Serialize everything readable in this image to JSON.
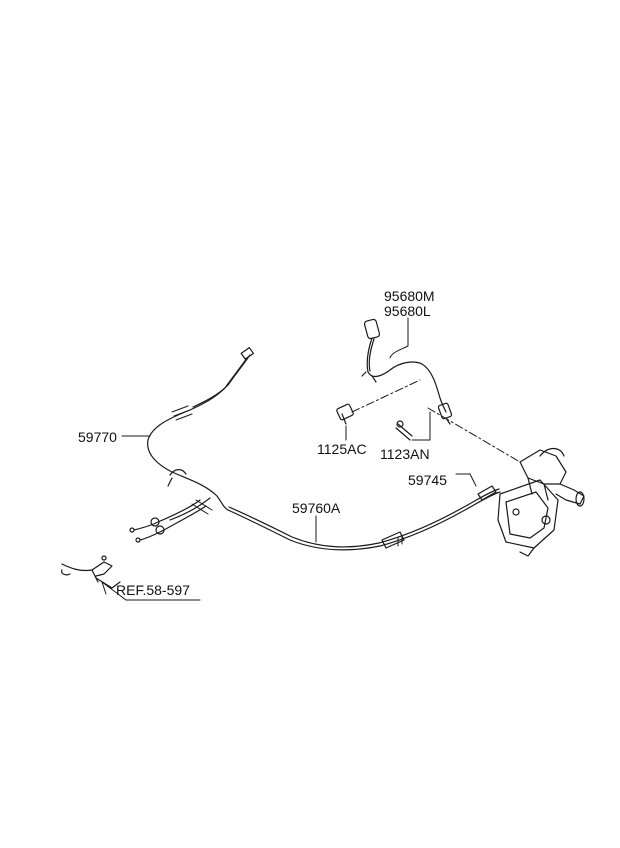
{
  "labels": {
    "p95680m": "95680M",
    "p95680l": "95680L",
    "p59770": "59770",
    "p1125ac": "1125AC",
    "p1123an": "1123AN",
    "p59745": "59745",
    "p59760a": "59760A",
    "ref": "REF.58-597"
  },
  "colors": {
    "line": "#1a1a1a",
    "text": "#111111",
    "background": "#ffffff"
  }
}
